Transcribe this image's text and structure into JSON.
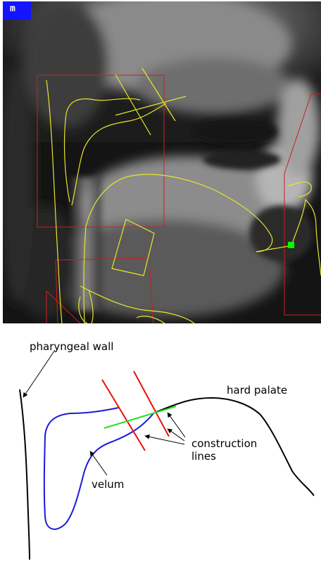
{
  "mri": {
    "badge_text": "m"
  },
  "diagram": {
    "labels": {
      "pharyngeal_wall": "pharyngeal wall",
      "hard_palate": "hard palate",
      "construction": "construction",
      "lines": "lines",
      "velum": "velum"
    }
  },
  "colors": {
    "mri_contour": "#e6e62a",
    "region_box": "#cc1f1f",
    "marker": "#00ff00",
    "velum": "#1a1adb",
    "construction_red": "#e81010",
    "construction_green": "#22e022",
    "badge_bg": "#1414ff"
  }
}
